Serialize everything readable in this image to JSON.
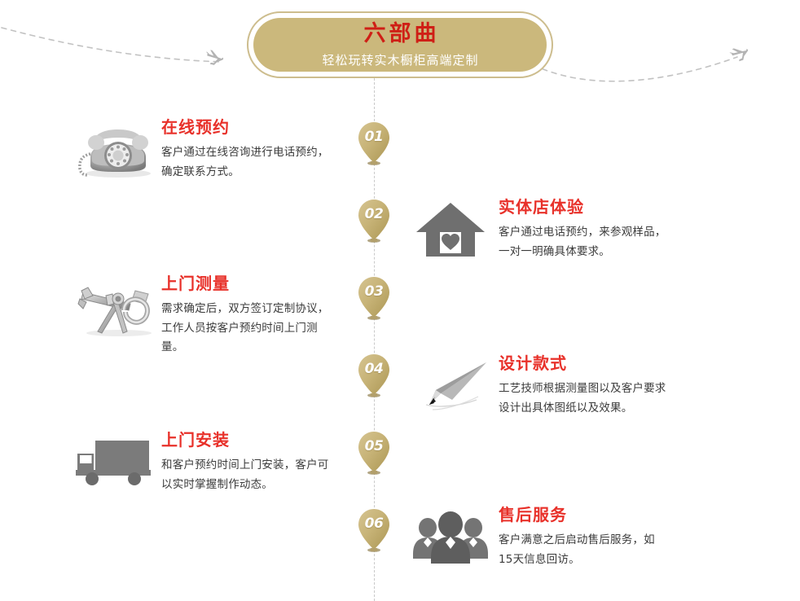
{
  "title": {
    "main": "六部曲",
    "sub": "轻松玩转实木橱柜高端定制"
  },
  "colors": {
    "pill_fill": "#cbb87c",
    "pill_border": "#cdbd8e",
    "title_red": "#cf1f16",
    "heading_red": "#e8312a",
    "body_text": "#3b3b3b",
    "pin_gold": "#c3ae71",
    "dashed_line": "#c9c9c9",
    "icon_gray": "#6e6e6e"
  },
  "decor": {
    "left_plane_icon": "airplane-icon",
    "right_plane_icon": "airplane-icon",
    "left_dashed_path": "dashed-flight-path-left",
    "right_dashed_path": "dashed-flight-path-right"
  },
  "steps": [
    {
      "number": "01",
      "side": "left",
      "icon": "rotary-telephone-icon",
      "heading": "在线预约",
      "lines": [
        "客户通过在线咨询进行电话预约，",
        "确定联系方式。"
      ]
    },
    {
      "number": "02",
      "side": "right",
      "icon": "house-heart-icon",
      "heading": "实体店体验",
      "lines": [
        "客户通过电话预约，来参观样品，",
        "一对一明确具体要求。"
      ]
    },
    {
      "number": "03",
      "side": "left",
      "icon": "caliper-compass-icon",
      "heading": "上门测量",
      "lines": [
        "需求确定后，双方签订定制协议，",
        "工作人员按客户预约时间上门测",
        "量。"
      ]
    },
    {
      "number": "04",
      "side": "right",
      "icon": "pencil-icon",
      "heading": "设计款式",
      "lines": [
        "工艺技师根据测量图以及客户要求",
        "设计出具体图纸以及效果。"
      ]
    },
    {
      "number": "05",
      "side": "left",
      "icon": "delivery-truck-icon",
      "heading": "上门安装",
      "lines": [
        "和客户预约时间上门安装，客户可",
        "以实时掌握制作动态。"
      ]
    },
    {
      "number": "06",
      "side": "right",
      "icon": "people-group-icon",
      "heading": "售后服务",
      "lines": [
        "客户满意之后启动售后服务，如",
        "15天信息回访。"
      ]
    }
  ]
}
